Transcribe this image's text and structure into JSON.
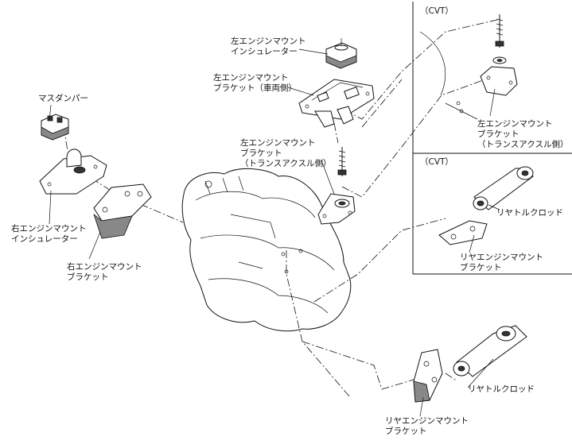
{
  "labels": {
    "left_mount_insulator": [
      "左エンジンマウント",
      "インシュレーター"
    ],
    "left_mount_bracket_vehicle": [
      "左エンジンマウント",
      "ブラケット（車両側）"
    ],
    "left_mount_bracket_transaxle": [
      "左エンジンマウント",
      "ブラケット",
      "（トランスアクスル側）"
    ],
    "mass_damper": [
      "マスダンパー"
    ],
    "right_mount_insulator": [
      "右エンジンマウント",
      "インシュレーター"
    ],
    "right_mount_bracket": [
      "右エンジンマウント",
      "ブラケット"
    ],
    "cvt_top_tag": "（CVT）",
    "cvt_top_bracket": [
      "左エンジンマウント",
      "ブラケット",
      "（トランスアクスル側）"
    ],
    "cvt_mid_tag": "（CVT）",
    "cvt_rear_rod": "リヤトルクロッド",
    "cvt_rear_bracket": [
      "リヤエンジンマウント",
      "ブラケット"
    ],
    "rear_rod": "リヤトルクロッド",
    "rear_bracket": [
      "リヤエンジンマウント",
      "ブラケット"
    ]
  }
}
